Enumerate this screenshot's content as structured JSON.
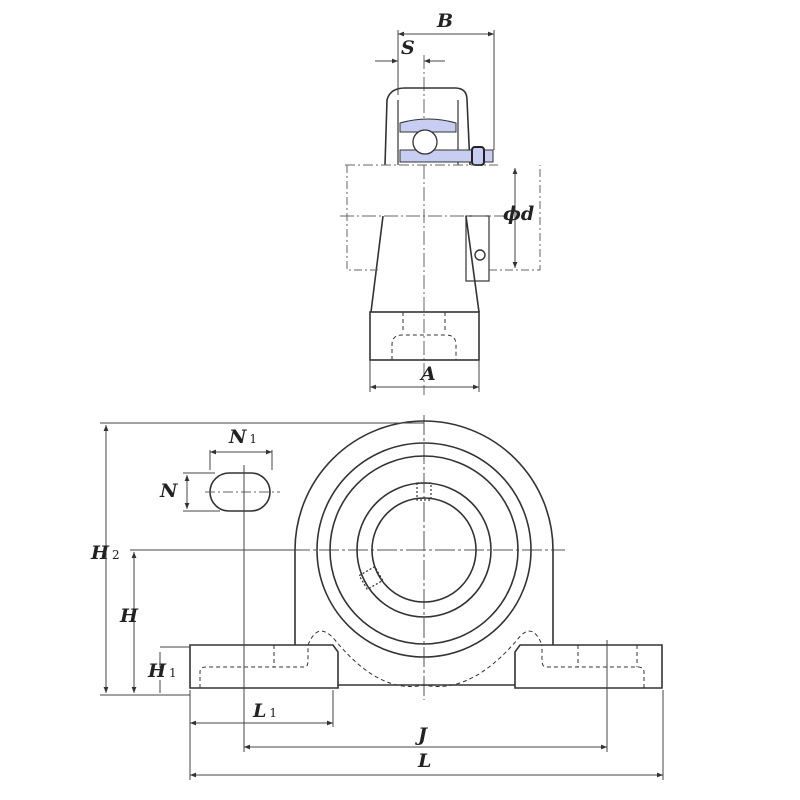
{
  "drawing": {
    "subject": "Pillow block ball bearing unit",
    "colors": {
      "line": "#333333",
      "dim_line": "#555555",
      "insert_fill": "#c8cdf2",
      "background": "#ffffff"
    },
    "side_view": {
      "labels": {
        "B": "B",
        "S": "S",
        "phi_d": "ϕd",
        "A": "A"
      }
    },
    "front_view": {
      "labels": {
        "N1_main": "N",
        "N1_sub": "1",
        "N": "N",
        "H2_main": "H",
        "H2_sub": "2",
        "H": "H",
        "H1_main": "H",
        "H1_sub": "1",
        "L1_main": "L",
        "L1_sub": "1",
        "J": "J",
        "L": "L"
      }
    }
  }
}
